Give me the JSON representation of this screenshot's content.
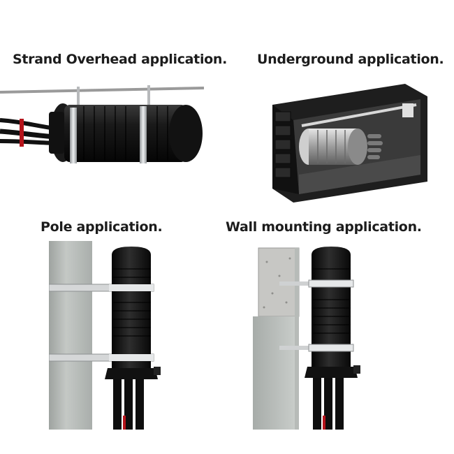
{
  "captions": {
    "strand_overhead": "Strand Overhead application.",
    "underground": "Underground application.",
    "pole": "Pole application.",
    "wall_mounting": "Wall mounting application."
  },
  "colors": {
    "closure_black": "#151515",
    "steel_band": "#c9ccce",
    "pole_gray": "#b9bebb",
    "concrete_gray": "#c2c2c0",
    "vault_black": "#1d1d1d"
  }
}
